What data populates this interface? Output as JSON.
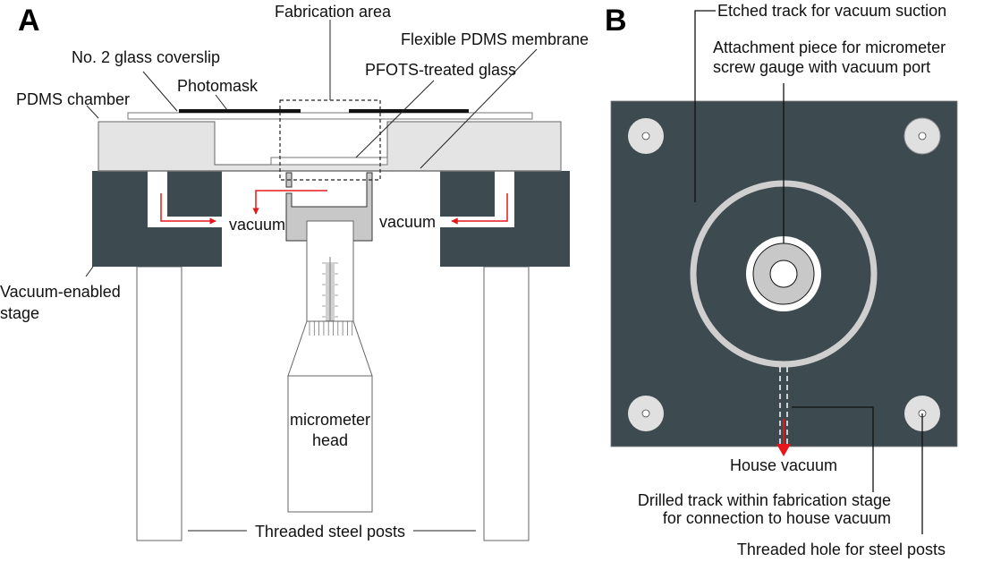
{
  "panel_a": {
    "letter": "A",
    "labels": {
      "fabrication_area": "Fabrication area",
      "flexible_membrane": "Flexible PDMS membrane",
      "coverslip": "No. 2 glass coverslip",
      "pfots_glass": "PFOTS-treated glass",
      "photomask": "Photomask",
      "pdms_chamber": "PDMS chamber",
      "vacuum_left": "vacuum",
      "vacuum_right": "vacuum",
      "stage_line1": "Vacuum-enabled",
      "stage_line2": "stage",
      "micrometer_line1": "micrometer",
      "micrometer_line2": "head",
      "posts": "Threaded steel posts"
    }
  },
  "panel_b": {
    "letter": "B",
    "labels": {
      "etched_track": "Etched track for vacuum suction",
      "attachment_line1": "Attachment piece for micrometer",
      "attachment_line2": "screw gauge with vacuum port",
      "house_vacuum": "House vacuum",
      "drilled_line1": "Drilled track within fabrication stage",
      "drilled_line2": "for connection to house vacuum",
      "threaded_hole": "Threaded hole for steel posts"
    }
  },
  "colors": {
    "stage": "#3d4a4f",
    "pdms": "#e4e4e4",
    "part_gray": "#c8c8c8",
    "arrow_red": "#e8161b",
    "outline": "#555555"
  }
}
